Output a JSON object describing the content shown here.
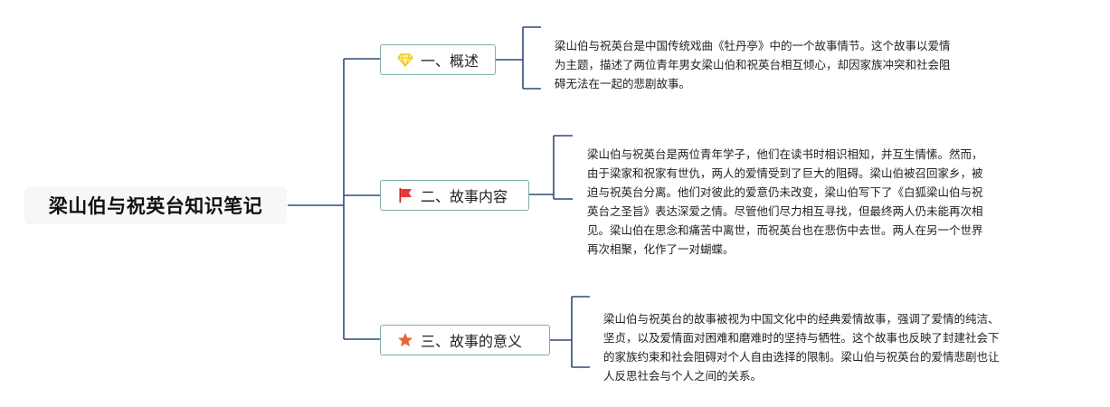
{
  "root": {
    "title": "梁山伯与祝英台知识笔记"
  },
  "branches": [
    {
      "label": "一、概述",
      "icon": "gem-icon",
      "icon_color": "#f4d52a",
      "text": "梁山伯与祝英台是中国传统戏曲《牡丹亭》中的一个故事情节。这个故事以爱情\n为主题，描述了两位青年男女梁山伯和祝英台相互倾心，却因家族冲突和社会阻\n碍无法在一起的悲剧故事。"
    },
    {
      "label": "二、故事内容",
      "icon": "flag-icon",
      "icon_color": "#e53935",
      "text": "梁山伯与祝英台是两位青年学子，他们在读书时相识相知，并互生情愫。然而，\n由于梁家和祝家有世仇，两人的爱情受到了巨大的阻碍。梁山伯被召回家乡，被\n迫与祝英台分离。他们对彼此的爱意仍未改变，梁山伯写下了《白狐梁山伯与祝\n英台之圣旨》表达深爱之情。尽管他们尽力相互寻找，但最终两人仍未能再次相\n见。梁山伯在思念和痛苦中离世，而祝英台也在悲伤中去世。两人在另一个世界\n再次相聚，化作了一对蝴蝶。"
    },
    {
      "label": "三、故事的意义",
      "icon": "star-icon",
      "icon_color": "#e8643c",
      "text": "梁山伯与祝英台的故事被视为中国文化中的经典爱情故事，强调了爱情的纯洁、\n坚贞，以及爱情面对困难和磨难时的坚持与牺牲。这个故事也反映了封建社会下\n的家族约束和社会阻碍对个人自由选择的限制。梁山伯与祝英台的爱情悲剧也让\n人反思社会与个人之间的关系。"
    }
  ],
  "colors": {
    "line": "#2f4a7a",
    "branch_border": "#7fb3a6"
  }
}
